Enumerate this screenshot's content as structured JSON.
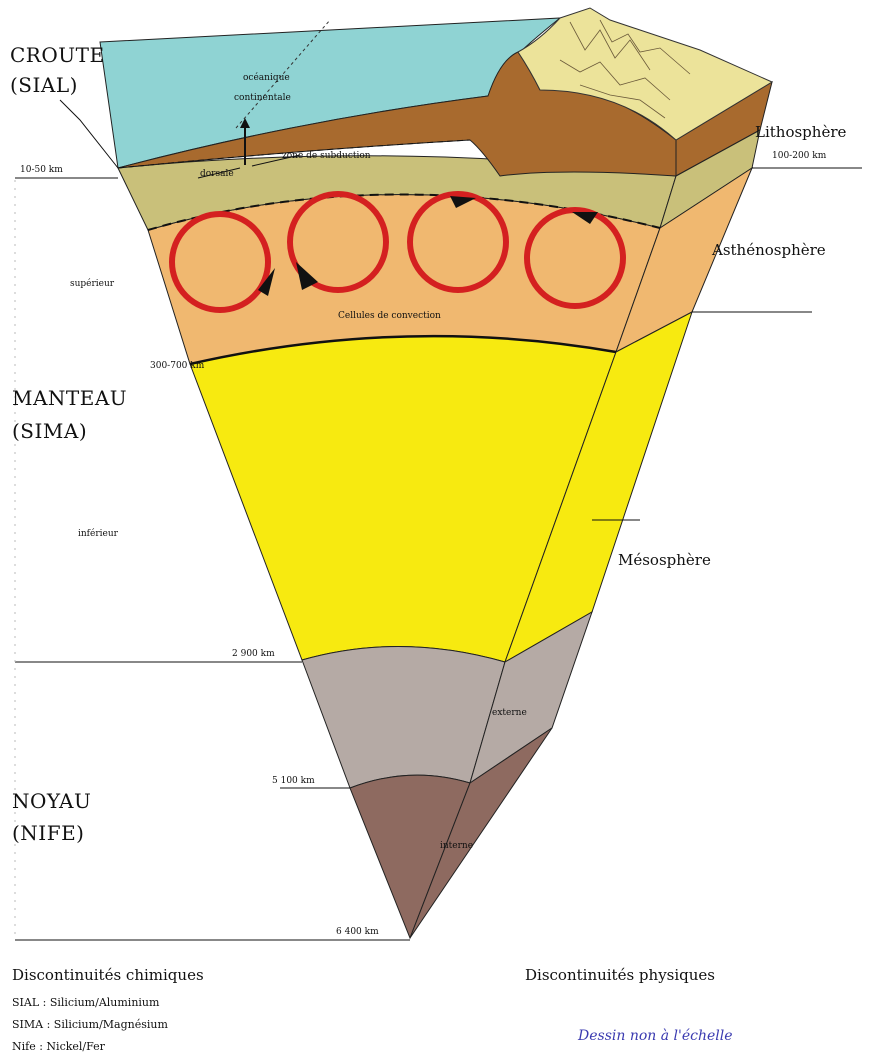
{
  "left_labels": {
    "croute": "CROUTE",
    "croute_sub": "(SIAL)",
    "manteau": "MANTEAU",
    "manteau_sub": "(SIMA)",
    "noyau": "NOYAU",
    "noyau_sub": "(NIFE)"
  },
  "right_labels": {
    "lithosphere": "Lithosphère",
    "lithosphere_depth": "100-200 km",
    "asthenosphere": "Asthénosphère",
    "mesosphere": "Mésosphère"
  },
  "depth_labels": {
    "crust_base": "10-50 km",
    "mantle_base": "2 900 km",
    "outer_core_base": "5 100 km",
    "center": "6 400 km"
  },
  "internal_labels": {
    "crust_ocean": "océanique",
    "crust_continental": "continentale",
    "upper_mantle": "supérieur",
    "lower_mantle": "inférieur",
    "transition": "300-700 km",
    "convection": "Cellules de convection",
    "ridge": "dorsale",
    "outer_core": "externe",
    "inner_core": "interne",
    "subduction": "zone de subduction"
  },
  "legend": {
    "chemical_title": "Discontinuités chimiques",
    "chemical_items": [
      "SIAL : Silicium/Aluminium",
      "SIMA : Silicium/Magnésium",
      "Nife : Nickel/Fer"
    ],
    "physical_title": "Discontinuités physiques",
    "scale_note": "Dessin non à l'échelle"
  },
  "colors": {
    "ocean": "#8fd3d3",
    "continent": "#a86a2e",
    "lithosphere_mantle": "#c9c07a",
    "asthenosphere": "#f0b870",
    "mesosphere": "#f7ea10",
    "outer_core": "#b5aaa5",
    "inner_core": "#8e6a60",
    "convection": "#d42020"
  }
}
